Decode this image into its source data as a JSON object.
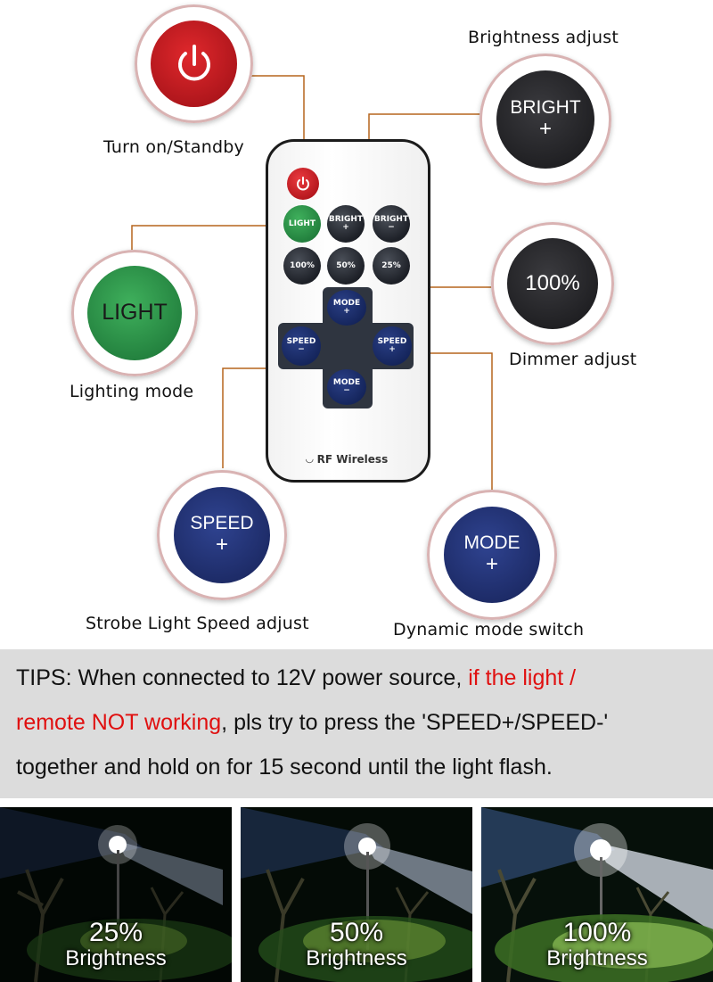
{
  "labels": {
    "turn_on": "Turn on/Standby",
    "brightness": "Brightness adjust",
    "lighting_mode": "Lighting mode",
    "dimmer": "Dimmer adjust",
    "strobe_speed": "Strobe Light Speed adjust",
    "dynamic_mode": "Dynamic mode switch"
  },
  "badges": {
    "bright": {
      "line1": "BRIGHT",
      "line2": "+"
    },
    "light": {
      "line1": "LIGHT"
    },
    "dimmer": {
      "line1": "100%"
    },
    "speed": {
      "line1": "SPEED",
      "line2": "+"
    },
    "mode": {
      "line1": "MODE",
      "line2": "+"
    }
  },
  "remote": {
    "light": "LIGHT",
    "bright_up": "BRIGHT",
    "bright_up_sign": "+",
    "bright_down": "BRIGHT",
    "bright_down_sign": "−",
    "p100": "100%",
    "p50": "50%",
    "p25": "25%",
    "mode_up": "MODE",
    "mode_up_sign": "+",
    "mode_down": "MODE",
    "mode_down_sign": "−",
    "speed_left": "SPEED",
    "speed_left_sign": "−",
    "speed_right": "SPEED",
    "speed_right_sign": "+",
    "rf_label": "RF Wireless"
  },
  "tips": {
    "line1_a": "TIPS: When connected to 12V power source, ",
    "line1_red": "if the light /",
    "line2_red": "remote NOT working",
    "line2_b": ", pls try to press the 'SPEED+/SPEED-'",
    "line3": "together and hold on for 15 second until the light flash."
  },
  "photos": [
    {
      "percent": "25%",
      "label": "Brightness"
    },
    {
      "percent": "50%",
      "label": "Brightness"
    },
    {
      "percent": "100%",
      "label": "Brightness"
    }
  ],
  "colors": {
    "power_red": "#d21f25",
    "light_green": "#2e9a4c",
    "dark_button": "#2b2b2f",
    "navy_button": "#23306a",
    "leader_line": "#b5651d",
    "tips_red": "#e01010"
  }
}
